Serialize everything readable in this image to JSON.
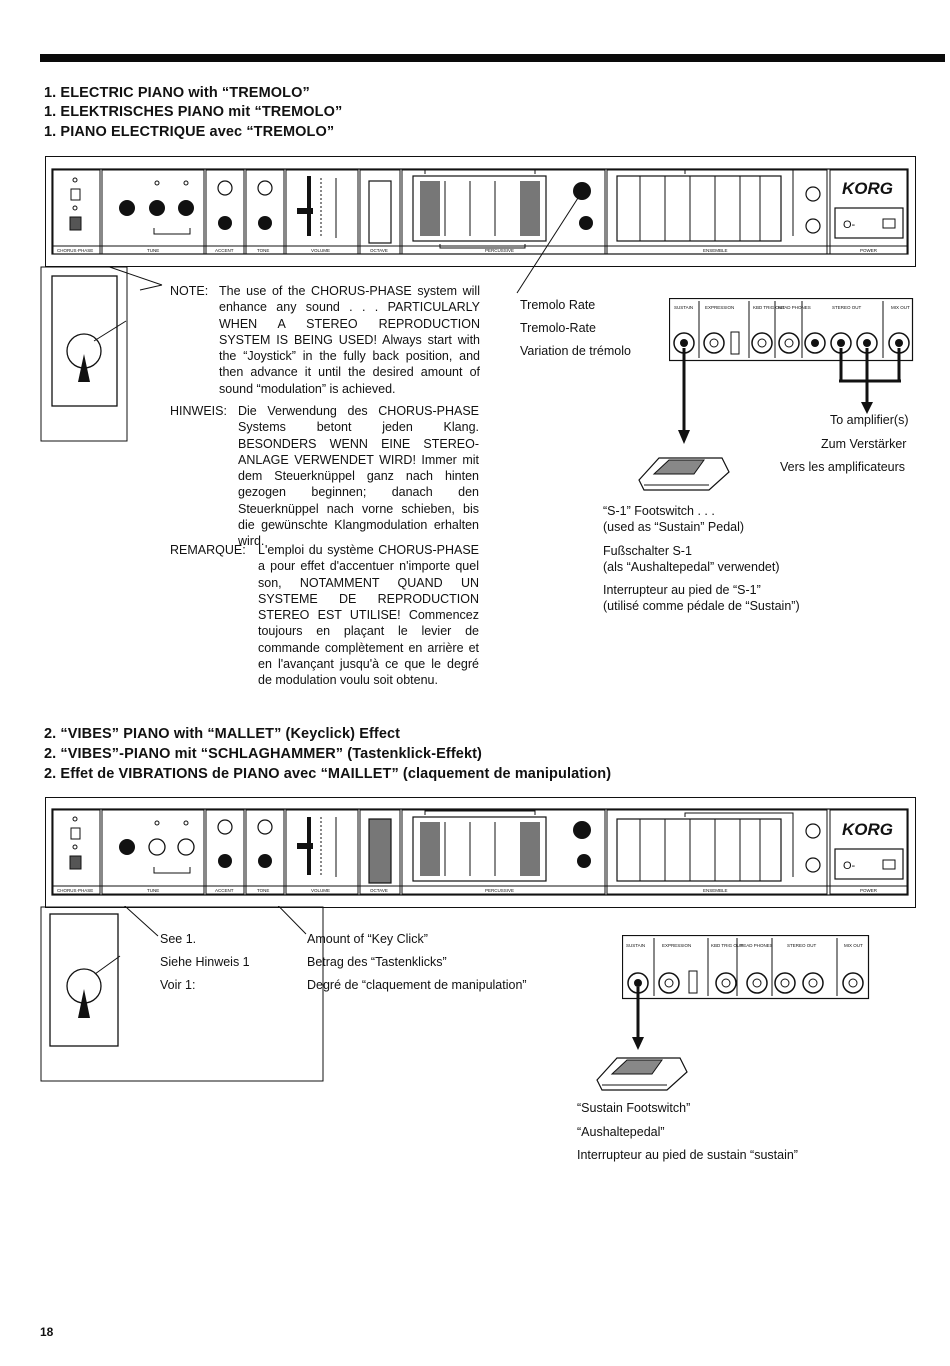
{
  "page_number": "18",
  "section1": {
    "headings": [
      "1. ELECTRIC PIANO with “TREMOLO”",
      "1. ELEKTRISCHES PIANO mit “TREMOLO”",
      "1. PIANO ELECTRIQUE avec “TREMOLO”"
    ],
    "panel_labels": [
      "CHORUS·PHASE",
      "TUNE",
      "ACCENT",
      "TONE",
      "VOLUME",
      "OCTAVE",
      "PERCUSSIVE",
      "ENSEMBLE",
      "POWER"
    ],
    "logo": "KORG",
    "note": {
      "label": "NOTE:",
      "text": "The use of the CHORUS-PHASE system will enhance any sound . . . PARTICULARLY WHEN A STEREO REPRODUCTION SYSTEM IS BEING USED! Always start with the “Joystick” in the fully back position, and then advance it until the desired amount of sound “modulation” is achieved."
    },
    "hinweis": {
      "label": "HINWEIS:",
      "text": "Die Verwendung des CHORUS-PHASE Systems betont jeden Klang. BESONDERS WENN EINE STEREO-ANLAGE VERWENDET WIRD! Immer mit dem Steuerknüppel ganz nach hinten gezogen beginnen; danach den Steuerknüppel nach vorne schieben, bis die gewünschte Klangmodulation erhalten wird."
    },
    "remarque": {
      "label": "REMARQUE:",
      "text": "L'emploi du système CHORUS-PHASE a pour effet d'accentuer n'importe quel son, NOTAMMENT QUAND UN SYSTEME DE REPRODUCTION STEREO EST UTILISE! Commencez toujours en plaçant le levier de commande complètement en arrière et en l'avançant jusqu'à ce que le degré de modulation voulu soit obtenu."
    },
    "tremolo": [
      "Tremolo Rate",
      "Tremolo-Rate",
      "Variation de trémolo"
    ],
    "amplifier": [
      "To amplifier(s)",
      "Zum Verstärker",
      "Vers les amplificateurs"
    ],
    "footswitch": [
      "“S-1” Footswitch . . .",
      "(used as “Sustain” Pedal)",
      "Fußschalter S-1",
      "(als “Aushaltepedal” verwendet)",
      "Interrupteur au pied de “S-1”",
      "(utilisé comme pédale de “Sustain”)"
    ],
    "rear_labels": [
      "SUSTAIN",
      "EXPRESSION",
      "KBD TRIG OUT",
      "HEAD PHONES",
      "STEREO OUT",
      "MIX OUT"
    ]
  },
  "section2": {
    "headings": [
      "2. “VIBES” PIANO with “MALLET” (Keyclick) Effect",
      "2. “VIBES”-PIANO mit “SCHLAGHAMMER” (Tastenklick-Effekt)",
      "2. Effet de VIBRATIONS de PIANO avec “MAILLET” (claquement de manipulation)"
    ],
    "see": [
      "See 1.",
      "Siehe Hinweis 1",
      "Voir 1:"
    ],
    "keyclick": [
      "Amount of “Key Click”",
      "Betrag des “Tastenklicks”",
      "Degré de “claquement de manipulation”"
    ],
    "sustain": [
      "“Sustain Footswitch”",
      "“Aushaltepedal”",
      "Interrupteur au pied de sustain “sustain”"
    ]
  }
}
